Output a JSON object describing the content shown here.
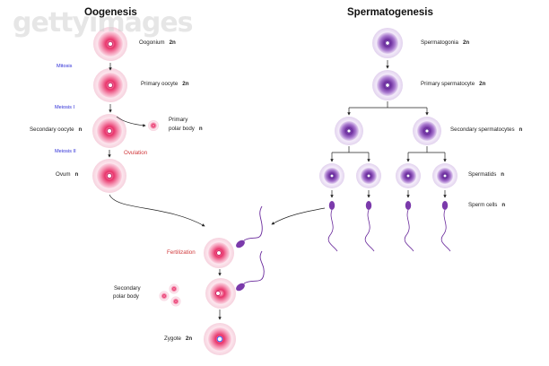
{
  "watermark": "gettyimages",
  "oogenesis": {
    "title": "Oogenesis",
    "stages": {
      "oogonium": {
        "label": "Oogonium",
        "ploidy": "2n"
      },
      "primary_oocyte": {
        "label": "Primary oocyte",
        "ploidy": "2n"
      },
      "secondary_oocyte": {
        "label": "Secondary oocyte",
        "ploidy": "n"
      },
      "ovum": {
        "label": "Ovum",
        "ploidy": "n"
      }
    },
    "primary_polar_body": {
      "line1": "Primary",
      "line2": "polar body",
      "ploidy": "n"
    },
    "phases": {
      "mitosis": "Mitosis",
      "meiosis1": "Meiosis I",
      "meiosis2": "Meiosis II"
    },
    "ovulation": "Ovulation"
  },
  "spermatogenesis": {
    "title": "Spermatogenesis",
    "stages": {
      "spermatogonia": {
        "label": "Spermatogonia",
        "ploidy": "2n"
      },
      "primary_spermatocyte": {
        "label": "Primary spermatocyte",
        "ploidy": "2n"
      },
      "secondary_spermatocytes": {
        "label": "Secondary spermatocytes",
        "ploidy": "n"
      },
      "spermatids": {
        "label": "Spermatids",
        "ploidy": "n"
      },
      "sperm_cells": {
        "label": "Sperm cells",
        "ploidy": "n"
      }
    }
  },
  "fertilization": {
    "label": "Fertilization",
    "secondary_polar_body": {
      "line1": "Secondary",
      "line2": "polar body"
    },
    "zygote": {
      "label": "Zygote",
      "ploidy": "2n"
    }
  },
  "colors": {
    "egg_core": "#e8336a",
    "egg_mid": "#f7a6bf",
    "egg_halo": "#fbe3ec",
    "sperm_core": "#6a2a9c",
    "sperm_mid": "#b98ad8",
    "sperm_halo": "#eee2f7",
    "phase_text": "#2b2bd6",
    "event_text": "#d0373a"
  }
}
